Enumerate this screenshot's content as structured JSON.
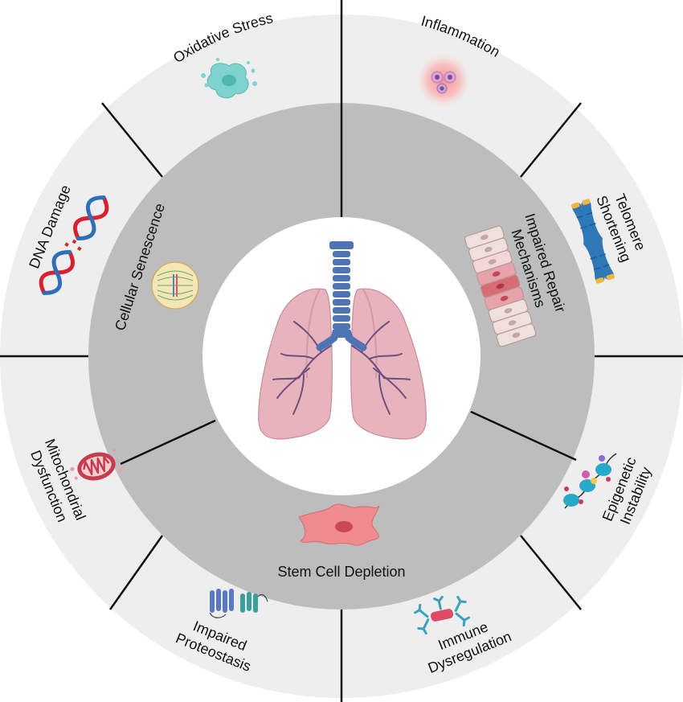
{
  "outer_ring": {
    "oxidative_stress": "Oxidative Stress",
    "inflammation": "Inflammation",
    "telomere_shortening": [
      "Telomere",
      "Shortening"
    ],
    "epigenetic_instability": [
      "Epigenetic",
      "Instability"
    ],
    "immune_dysregulation": [
      "Immune",
      "Dysregulation"
    ],
    "impaired_proteostasis": [
      "Impaired",
      "Proteostasis"
    ],
    "mitochondrial_dysfunction": [
      "Mitochondrial",
      "Dysfunction"
    ],
    "dna_damage": "DNA Damage"
  },
  "inner_ring": {
    "cellular_senescence": "Cellular Senescence",
    "impaired_repair": [
      "Impaired Repair",
      "Mechanisms"
    ],
    "stem_cell_depletion": "Stem Cell Depletion"
  },
  "colors": {
    "outer_ring": "#eeeeee",
    "inner_ring": "#bdbdbd",
    "divider": "#111111",
    "lung": "#e6b6bf",
    "airway": "#4f74b4",
    "bronchi": "#6e4f7e"
  },
  "icons": {
    "center": "lungs-icon",
    "oxidative_stress": "oxidative-cell-icon",
    "inflammation": "inflamed-cells-icon",
    "telomere_shortening": "chromosome-icon",
    "epigenetic_instability": "nucleosome-icon",
    "immune_dysregulation": "antibody-cell-icon",
    "impaired_proteostasis": "misfolded-protein-icon",
    "mitochondrial_dysfunction": "mitochondria-icon",
    "dna_damage": "broken-dna-icon",
    "cellular_senescence": "senescent-cell-icon",
    "impaired_repair": "epithelium-icon",
    "stem_cell_depletion": "stem-cell-icon"
  }
}
